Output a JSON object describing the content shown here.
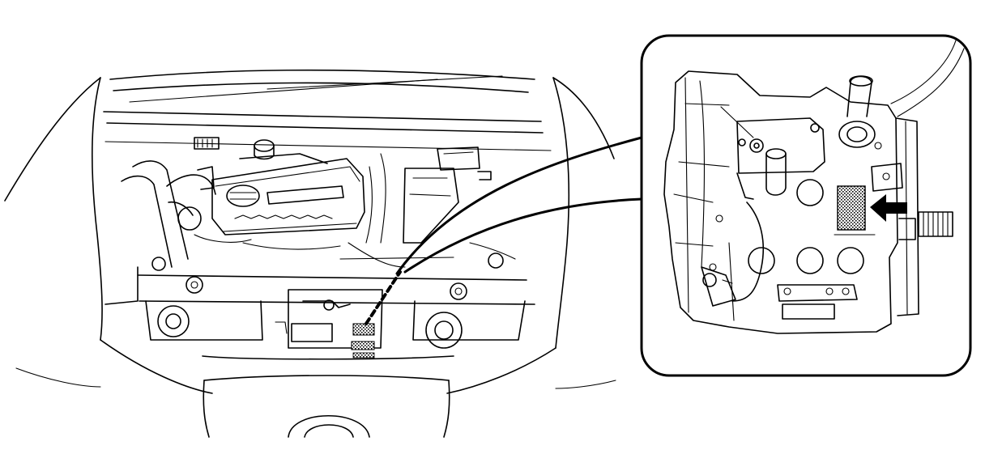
{
  "figure": {
    "style": "black line art on white",
    "colors": {
      "line": "#000000",
      "background": "#ffffff",
      "marker_fill": "#000000"
    },
    "icons": [
      "engine-bay",
      "detail-callout",
      "identification-label-marker",
      "pointer-arrow-icon"
    ]
  }
}
